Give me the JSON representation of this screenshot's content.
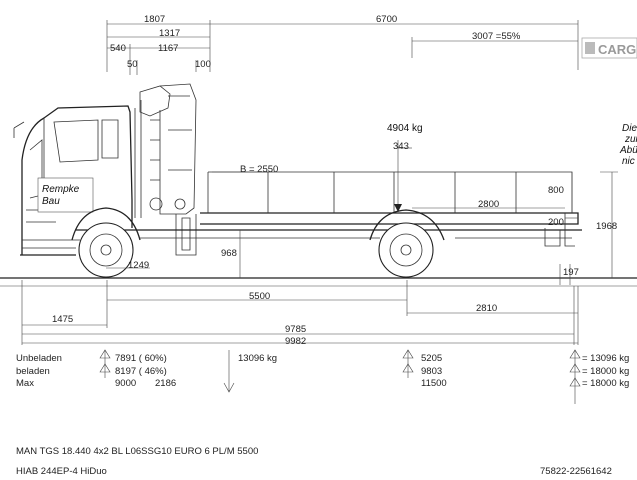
{
  "top_dims": {
    "d1807": "1807",
    "d6700": "6700",
    "d1317": "1317",
    "d540": "540",
    "d1167": "1167",
    "d3007": "3007 =55%",
    "d50": "50",
    "d100": "100"
  },
  "body_dims": {
    "load": "4904 kg",
    "d343": "343",
    "b": "B = 2550",
    "d2800": "2800",
    "d800": "800",
    "d200": "200",
    "d1968": "1968",
    "d968": "968",
    "d1249": "1249",
    "d197": "197"
  },
  "bottom_dims": {
    "d5500": "5500",
    "d1475": "1475",
    "d2810": "2810",
    "d9785": "9785",
    "d9982": "9982"
  },
  "company_sign": {
    "line1": "Rempke",
    "line2": "Bau"
  },
  "logo_text": "CARG",
  "side_note": [
    "Die",
    "zur",
    "Abü",
    "nic"
  ],
  "weights": {
    "labels": [
      "Unbeladen",
      "beladen",
      "Max"
    ],
    "front": [
      "7891 ( 60%)",
      "8197 ( 46%)",
      "9000"
    ],
    "mid_a": "13096 kg",
    "mid_b": "2186",
    "rear": [
      "5205",
      "9803",
      "11500"
    ],
    "totals": [
      "= 13096 kg",
      "= 18000 kg",
      "= 18000 kg"
    ]
  },
  "footer": {
    "model": "MAN TGS 18.440 4x2 BL  L06SSG10 EURO 6 PL/M 5500",
    "crane": "HIAB  244EP-4 HiDuo",
    "ref": "75822-22561642"
  }
}
